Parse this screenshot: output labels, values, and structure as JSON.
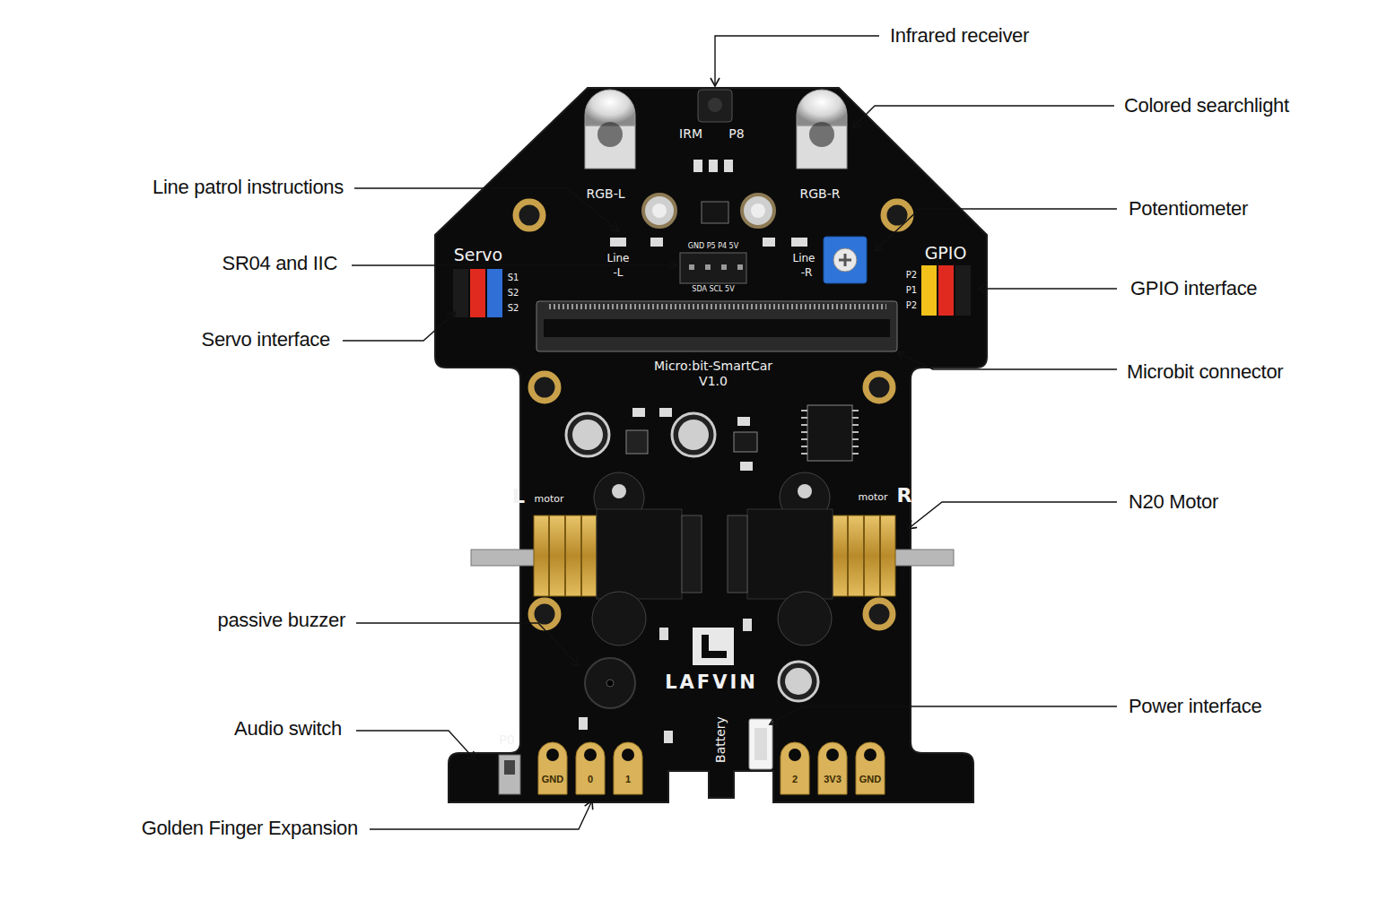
{
  "diagram": {
    "labels": [
      "Infrared receiver",
      "Colored searchlight",
      "Line patrol instructions",
      "Potentiometer",
      "SR04 and IIC",
      "GPIO interface",
      "Servo interface",
      "Microbit connector",
      "N20 Motor",
      "passive buzzer",
      "Power interface",
      "Audio switch",
      "Golden Finger Expansion",
      "IRM",
      "P8",
      "RGB-L",
      "RGB-R",
      "Line",
      "-L",
      "Line",
      "-R",
      "GND P5 P4 5V",
      "SDA SCL 5V",
      "Servo",
      "S1",
      "S2",
      "S2",
      "GPIO",
      "P2",
      "P1",
      "P2",
      "Micro:bit-SmartCar",
      "V1.0",
      "L",
      "motor",
      "motor",
      "R",
      "LAFVIN",
      "Battery",
      "P0",
      "GND",
      "0",
      "1",
      "2",
      "3V3",
      "GND"
    ]
  }
}
